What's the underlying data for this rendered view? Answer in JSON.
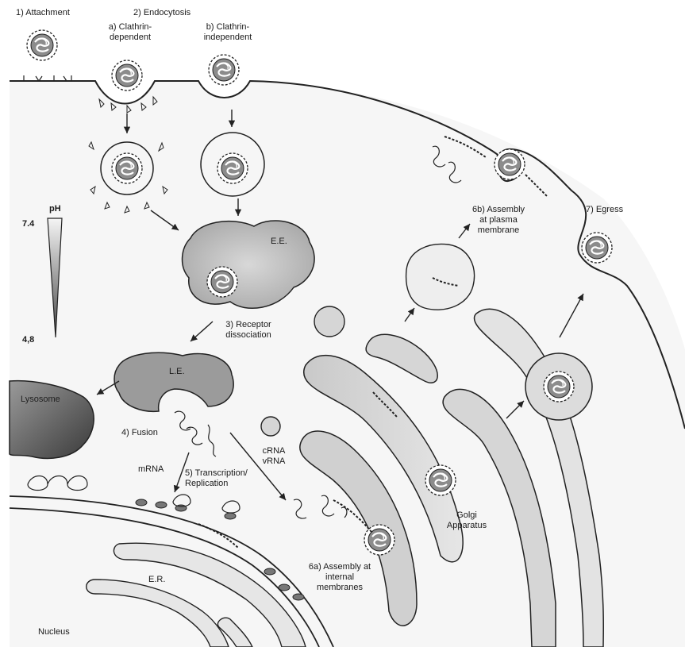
{
  "labels": {
    "attachment": "1) Attachment",
    "endocytosis": "2) Endocytosis",
    "clathrin_dep": "a) Clathrin-\ndependent",
    "clathrin_indep": "b) Clathrin-\nindependent",
    "ph": "pH",
    "ph_top": "7.4",
    "ph_bottom": "4,8",
    "ee": "E.E.",
    "receptor": "3) Receptor\ndissociation",
    "le": "L.E.",
    "lysosome": "Lysosome",
    "fusion": "4) Fusion",
    "mrna": "mRNA",
    "crna": "cRNA\nvRNA",
    "transcription": "5) Transcription/\nReplication",
    "assembly_internal": "6a) Assembly at\ninternal\nmembranes",
    "assembly_plasma": "6b) Assembly\nat plasma\nmembrane",
    "egress": "7) Egress",
    "golgi": "Golgi\nApparatus",
    "er": "E.R.",
    "nucleus": "Nucleus"
  },
  "colors": {
    "membrane": "#2a2a2a",
    "organelle_fill": "#d9d9d9",
    "endosome_fill": "#bdbdbd",
    "lysosome_fill": "#5a5a5a",
    "cytoplasm": "#f2f2f2"
  }
}
